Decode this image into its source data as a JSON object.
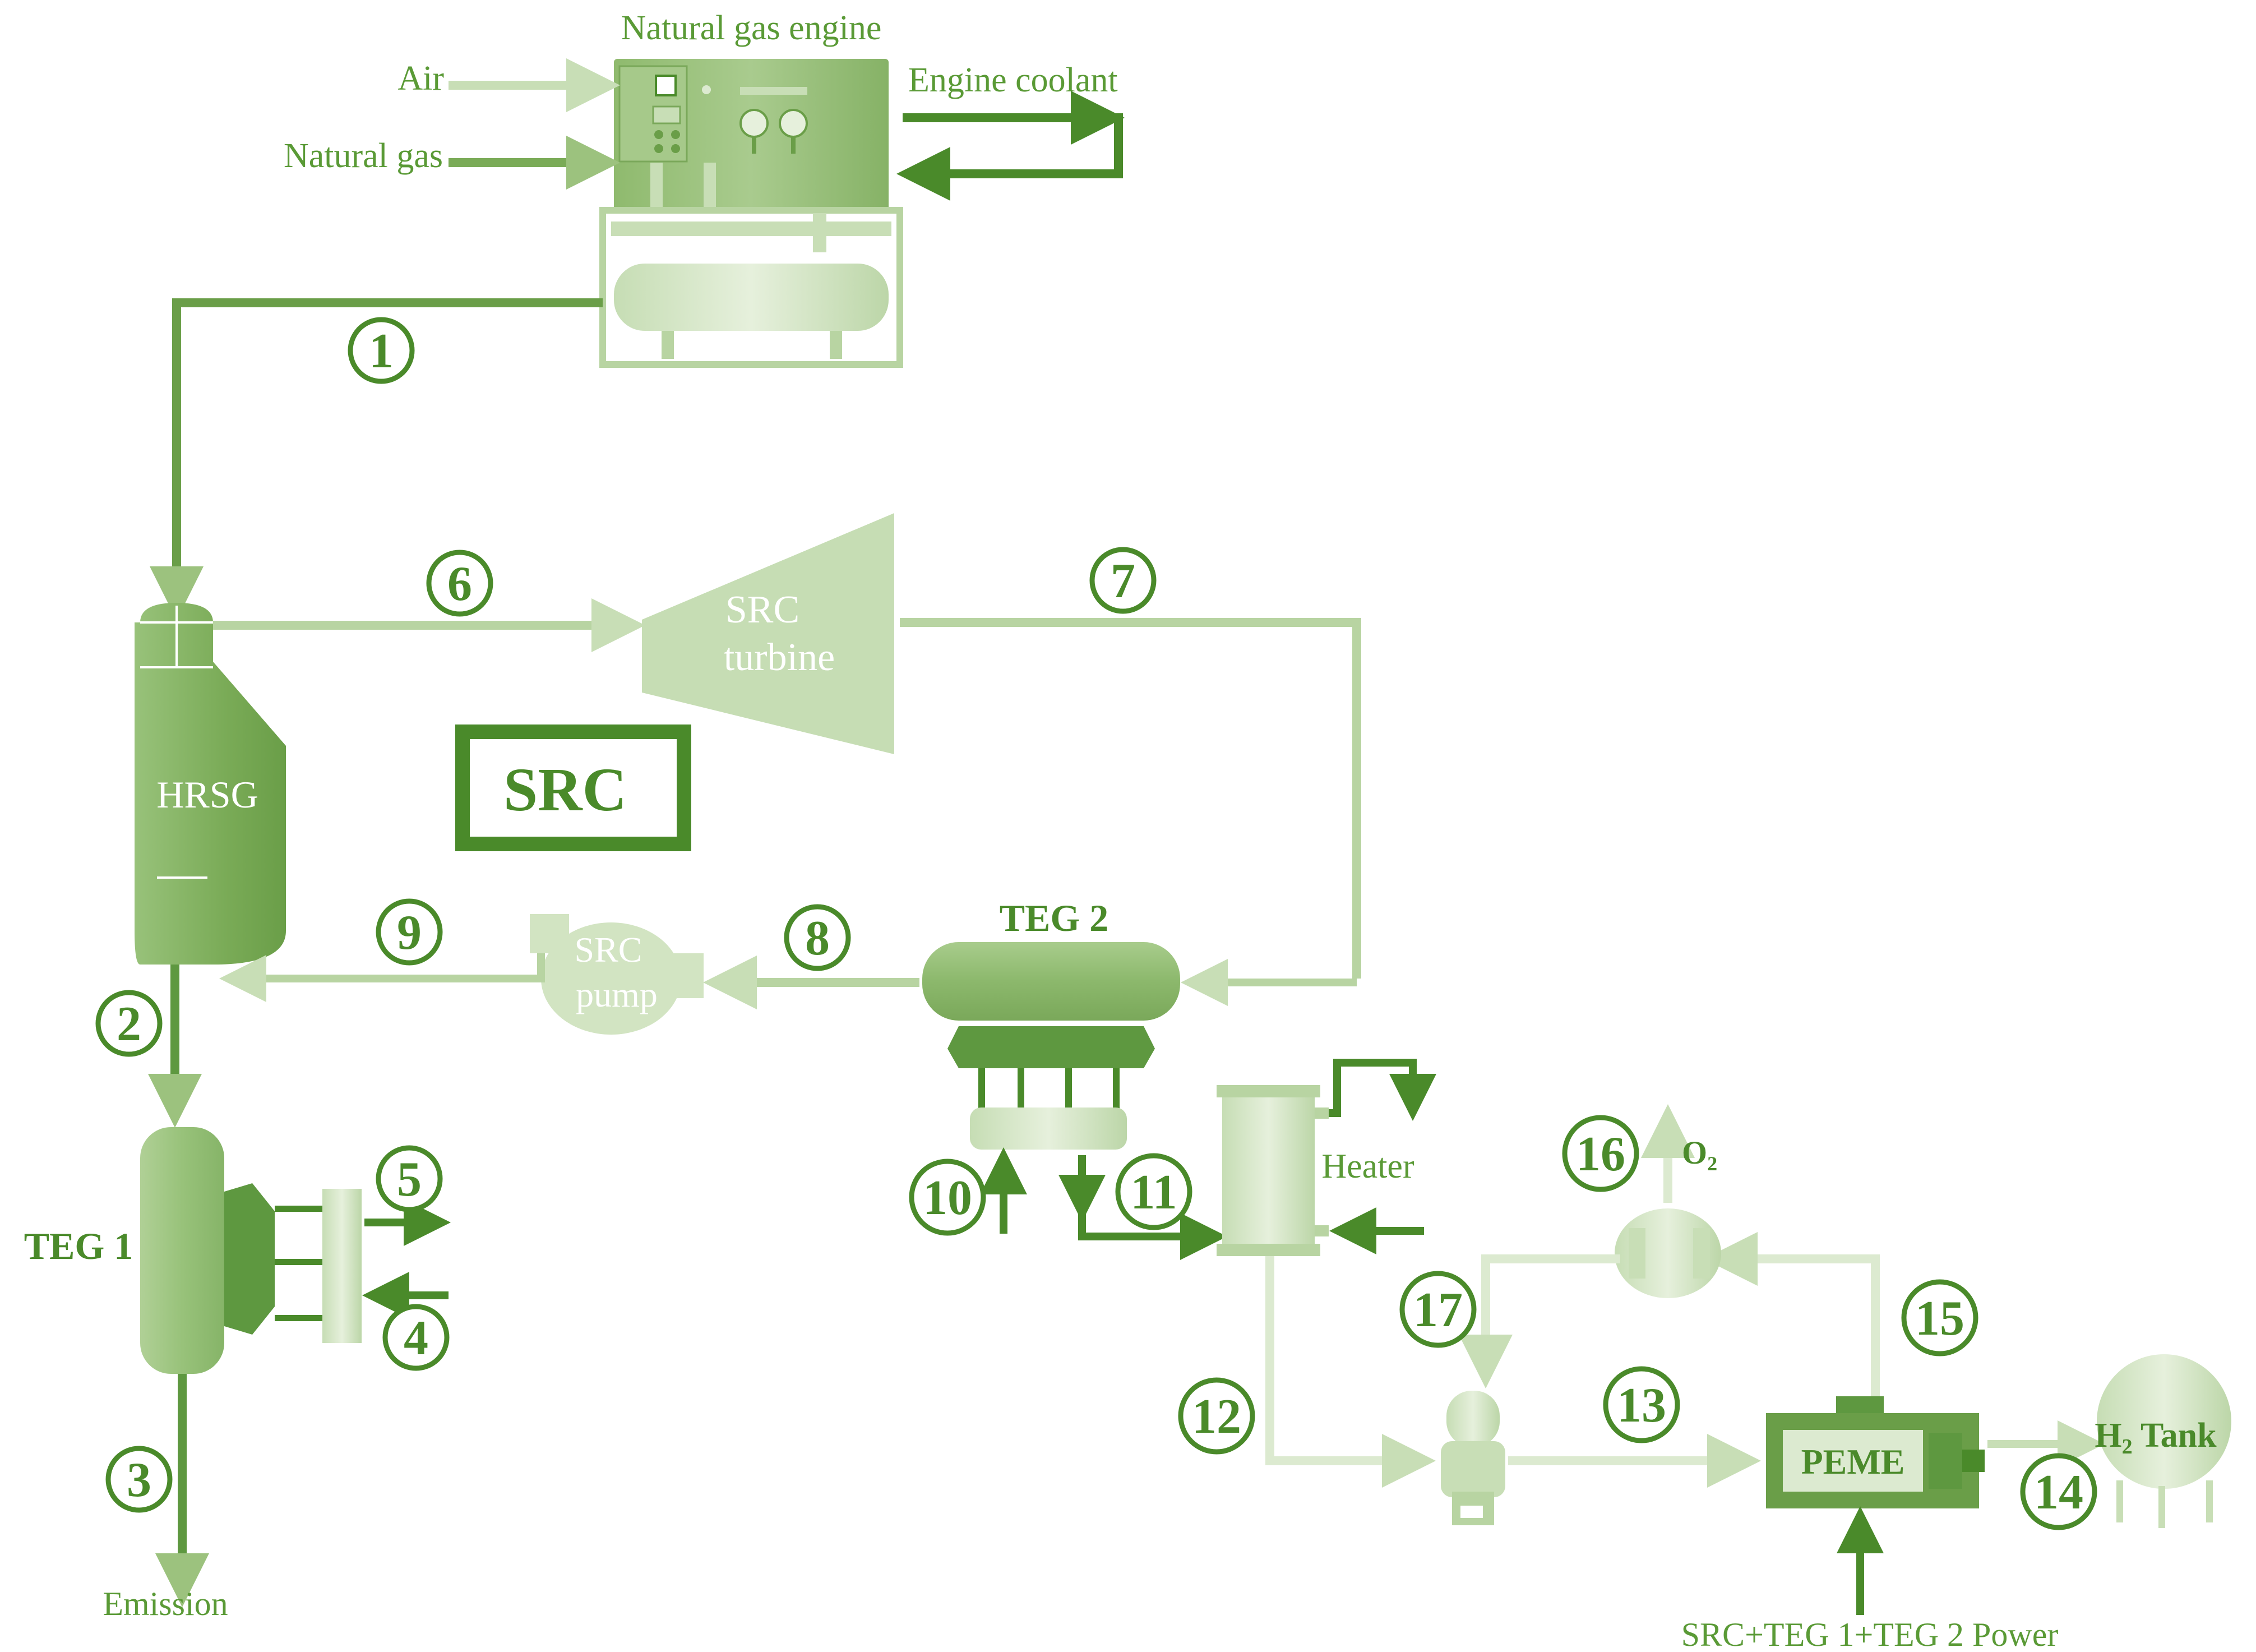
{
  "labels": {
    "engine": "Natural gas engine",
    "air": "Air",
    "natural_gas": "Natural gas",
    "engine_coolant": "Engine coolant",
    "src_turbine_line1": "SRC",
    "src_turbine_line2": "turbine",
    "hrsg": "HRSG",
    "src_box": "SRC",
    "src_pump_line1": "SRC",
    "src_pump_line2": "pump",
    "teg2": "TEG 2",
    "teg1": "TEG 1",
    "heater": "Heater",
    "o2": "O",
    "o2_sub": "2",
    "peme": "PEME",
    "h2_tank_h": "H",
    "h2_tank_sub": "2",
    "h2_tank_rest": " Tank",
    "emission": "Emission",
    "power": "SRC+TEG 1+TEG 2 Power"
  },
  "streams": [
    "1",
    "2",
    "3",
    "4",
    "5",
    "6",
    "7",
    "8",
    "9",
    "10",
    "11",
    "12",
    "13",
    "14",
    "15",
    "16",
    "17"
  ],
  "colors": {
    "dark_green": "#4a8a2a",
    "mid_green": "#8fba6e",
    "light_green": "#c4dcb0",
    "pale_green": "#dcead0"
  }
}
